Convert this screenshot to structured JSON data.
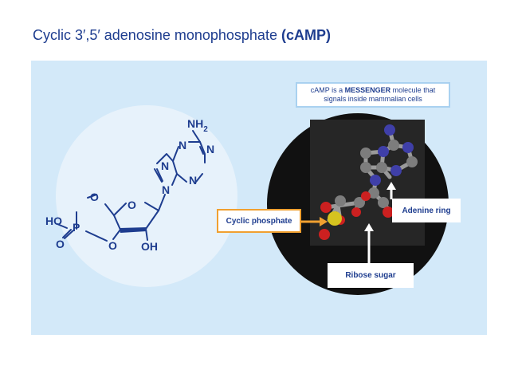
{
  "title": {
    "main": "Cyclic 3′,5′ adenosine monophosphate",
    "abbrev": "(cAMP)"
  },
  "structure": {
    "nh2": "NH",
    "nh2_sub": "2",
    "n_top": "N",
    "n_left": "N",
    "n_right": "N",
    "n_bottom": "N",
    "n_glyco": "N",
    "o_ring": "O",
    "o_cyclic": "O",
    "o_bottom": "O",
    "oh": "OH",
    "ho": "HO",
    "p": "P",
    "o_double": "O"
  },
  "callout": {
    "line1_pre": "cAMP is a ",
    "line1_bold": "MESSENGER",
    "line1_post": " molecule that",
    "line2": "signals inside mammalian cells"
  },
  "labels": {
    "cyclic_phosphate": "Cyclic phosphate",
    "adenine_ring": "Adenine ring",
    "ribose_sugar": "Ribose sugar"
  },
  "colors": {
    "title": "#1e3d8f",
    "panel_bg": "#d3e9f9",
    "circle_light": "#e7f2fb",
    "circle_dark": "#111111",
    "structure": "#1e3d8f",
    "highlight": "#f0a030"
  }
}
